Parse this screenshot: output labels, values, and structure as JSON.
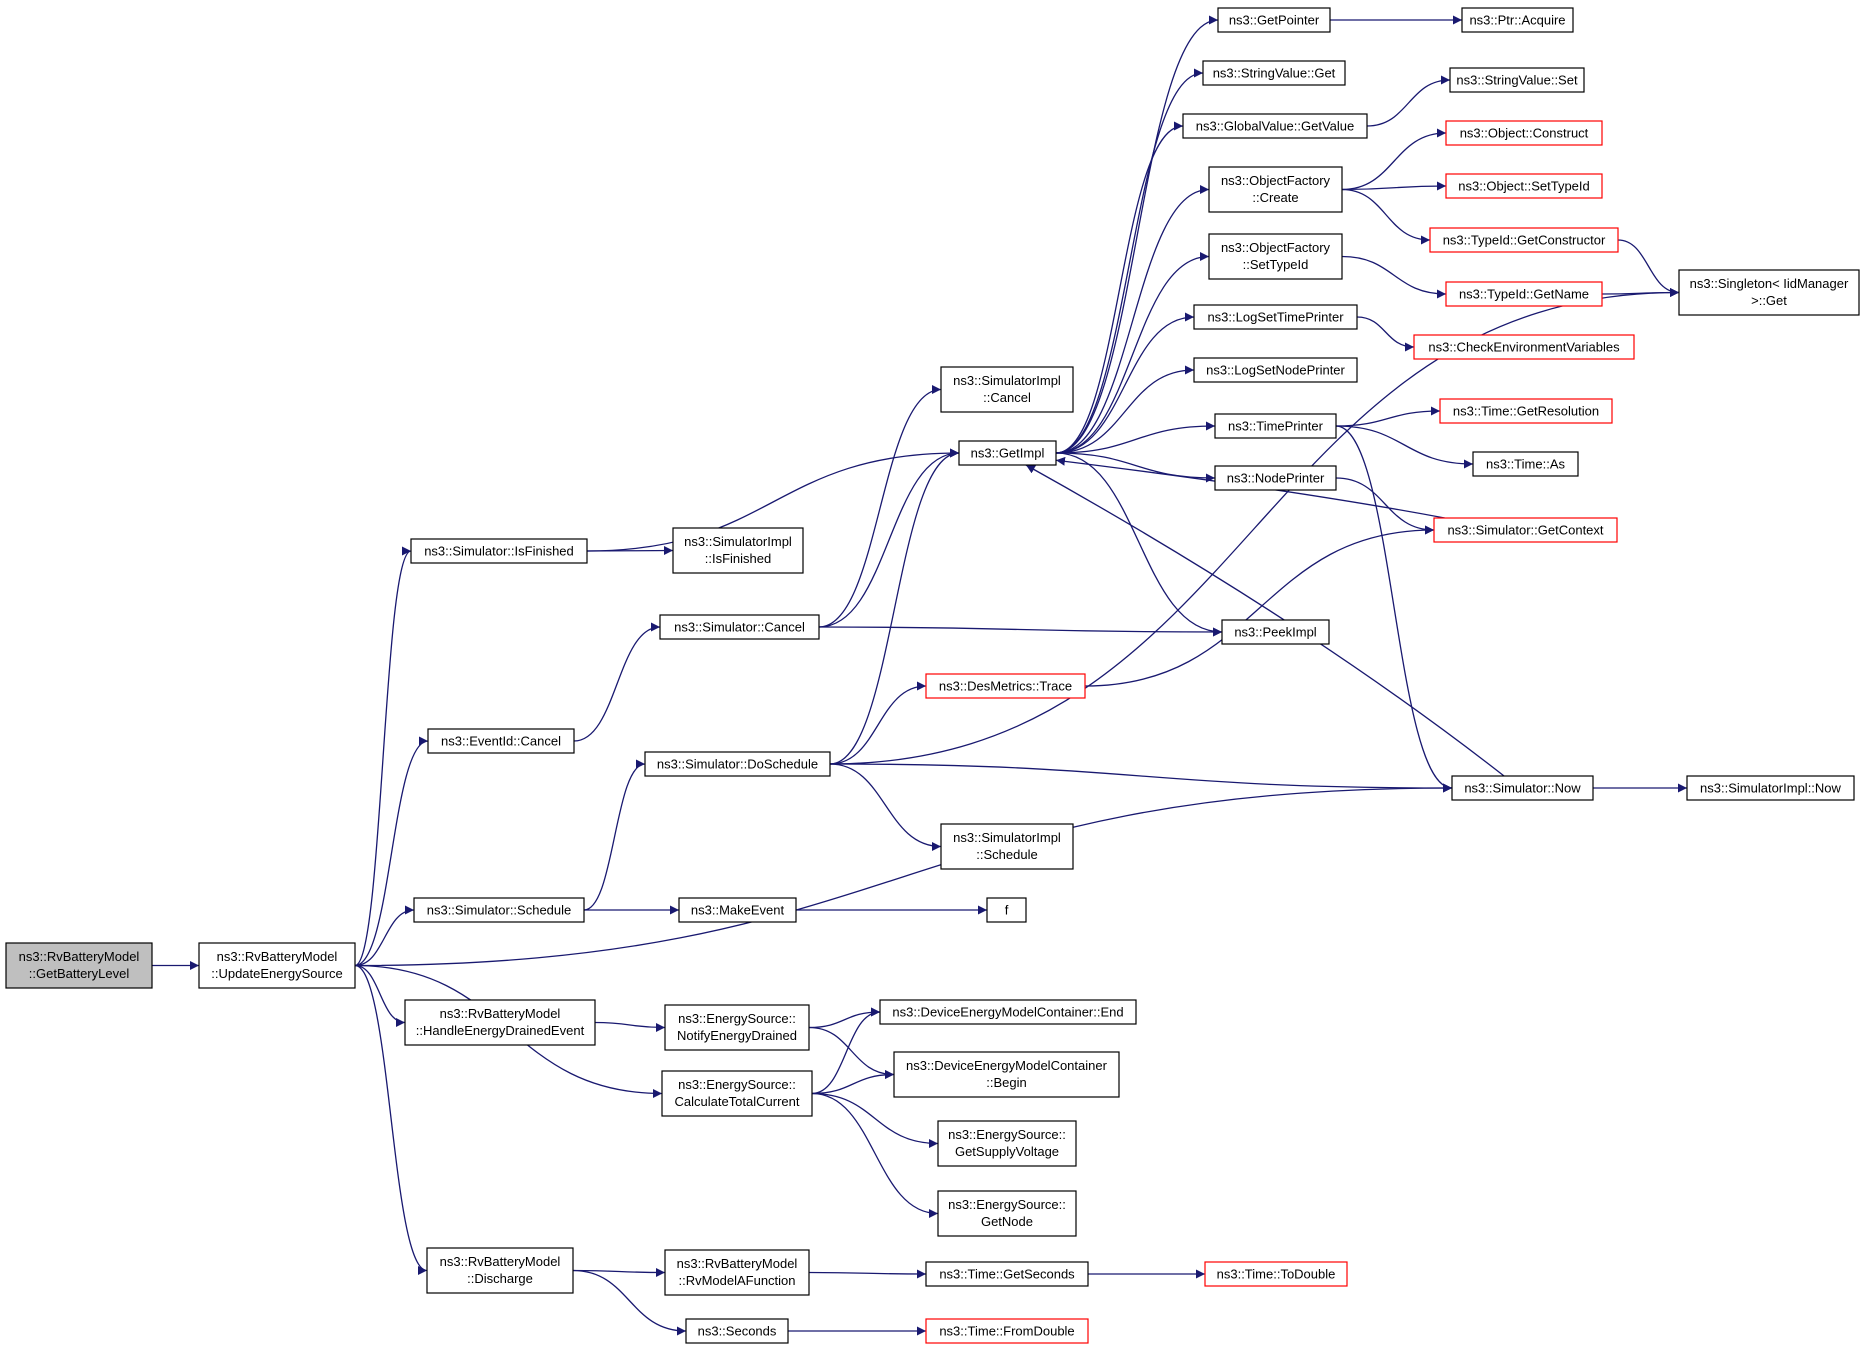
{
  "colors": {
    "edge": "#191970",
    "box_border": "#000000",
    "box_border_incomplete": "#ff0000",
    "root_fill": "#bfbfbf",
    "node_fill": "#ffffff"
  },
  "nodes": [
    {
      "id": "root",
      "lines": [
        "ns3::RvBatteryModel",
        "::GetBatteryLevel"
      ],
      "kind": "root"
    },
    {
      "id": "update",
      "lines": [
        "ns3::RvBatteryModel",
        "::UpdateEnergySource"
      ],
      "kind": "normal"
    },
    {
      "id": "isfinished",
      "lines": [
        "ns3::Simulator::IsFinished"
      ],
      "kind": "normal"
    },
    {
      "id": "eventcancel",
      "lines": [
        "ns3::EventId::Cancel"
      ],
      "kind": "normal"
    },
    {
      "id": "schedule",
      "lines": [
        "ns3::Simulator::Schedule"
      ],
      "kind": "normal"
    },
    {
      "id": "handledrained",
      "lines": [
        "ns3::RvBatteryModel",
        "::HandleEnergyDrainedEvent"
      ],
      "kind": "normal"
    },
    {
      "id": "discharge",
      "lines": [
        "ns3::RvBatteryModel",
        "::Discharge"
      ],
      "kind": "normal"
    },
    {
      "id": "impl_isfinished",
      "lines": [
        "ns3::SimulatorImpl",
        "::IsFinished"
      ],
      "kind": "normal"
    },
    {
      "id": "simcancel",
      "lines": [
        "ns3::Simulator::Cancel"
      ],
      "kind": "normal"
    },
    {
      "id": "doschedule",
      "lines": [
        "ns3::Simulator::DoSchedule"
      ],
      "kind": "normal"
    },
    {
      "id": "makeevent",
      "lines": [
        "ns3::MakeEvent"
      ],
      "kind": "normal"
    },
    {
      "id": "notifydrained",
      "lines": [
        "ns3::EnergySource::",
        "NotifyEnergyDrained"
      ],
      "kind": "normal"
    },
    {
      "id": "calctotal",
      "lines": [
        "ns3::EnergySource::",
        "CalculateTotalCurrent"
      ],
      "kind": "normal"
    },
    {
      "id": "rvmodela",
      "lines": [
        "ns3::RvBatteryModel",
        "::RvModelAFunction"
      ],
      "kind": "normal"
    },
    {
      "id": "seconds",
      "lines": [
        "ns3::Seconds"
      ],
      "kind": "normal"
    },
    {
      "id": "impl_cancel",
      "lines": [
        "ns3::SimulatorImpl",
        "::Cancel"
      ],
      "kind": "normal"
    },
    {
      "id": "getimpl",
      "lines": [
        "ns3::GetImpl"
      ],
      "kind": "normal"
    },
    {
      "id": "desmetrics",
      "lines": [
        "ns3::DesMetrics::Trace"
      ],
      "kind": "incomplete"
    },
    {
      "id": "impl_schedule",
      "lines": [
        "ns3::SimulatorImpl",
        "::Schedule"
      ],
      "kind": "normal"
    },
    {
      "id": "f",
      "lines": [
        "f"
      ],
      "kind": "normal"
    },
    {
      "id": "demc_end",
      "lines": [
        "ns3::DeviceEnergyModelContainer::End"
      ],
      "kind": "normal"
    },
    {
      "id": "demc_begin",
      "lines": [
        "ns3::DeviceEnergyModelContainer",
        "::Begin"
      ],
      "kind": "normal"
    },
    {
      "id": "supplyvoltage",
      "lines": [
        "ns3::EnergySource::",
        "GetSupplyVoltage"
      ],
      "kind": "normal"
    },
    {
      "id": "getnode",
      "lines": [
        "ns3::EnergySource::",
        "GetNode"
      ],
      "kind": "normal"
    },
    {
      "id": "getseconds",
      "lines": [
        "ns3::Time::GetSeconds"
      ],
      "kind": "normal"
    },
    {
      "id": "fromdouble",
      "lines": [
        "ns3::Time::FromDouble"
      ],
      "kind": "incomplete"
    },
    {
      "id": "todouble",
      "lines": [
        "ns3::Time::ToDouble"
      ],
      "kind": "incomplete"
    },
    {
      "id": "getpointer",
      "lines": [
        "ns3::GetPointer"
      ],
      "kind": "normal"
    },
    {
      "id": "stringget",
      "lines": [
        "ns3::StringValue::Get"
      ],
      "kind": "normal"
    },
    {
      "id": "globalgetvalue",
      "lines": [
        "ns3::GlobalValue::GetValue"
      ],
      "kind": "normal"
    },
    {
      "id": "ofcreate",
      "lines": [
        "ns3::ObjectFactory",
        "::Create"
      ],
      "kind": "normal"
    },
    {
      "id": "ofsettypeid",
      "lines": [
        "ns3::ObjectFactory",
        "::SetTypeId"
      ],
      "kind": "normal"
    },
    {
      "id": "logsettime",
      "lines": [
        "ns3::LogSetTimePrinter"
      ],
      "kind": "normal"
    },
    {
      "id": "logsetnode",
      "lines": [
        "ns3::LogSetNodePrinter"
      ],
      "kind": "normal"
    },
    {
      "id": "timeprinter",
      "lines": [
        "ns3::TimePrinter"
      ],
      "kind": "normal"
    },
    {
      "id": "nodeprinter",
      "lines": [
        "ns3::NodePrinter"
      ],
      "kind": "normal"
    },
    {
      "id": "peekimpl",
      "lines": [
        "ns3::PeekImpl"
      ],
      "kind": "normal"
    },
    {
      "id": "simnow",
      "lines": [
        "ns3::Simulator::Now"
      ],
      "kind": "normal"
    },
    {
      "id": "ptracquire",
      "lines": [
        "ns3::Ptr::Acquire"
      ],
      "kind": "normal"
    },
    {
      "id": "stringset",
      "lines": [
        "ns3::StringValue::Set"
      ],
      "kind": "normal"
    },
    {
      "id": "objconstruct",
      "lines": [
        "ns3::Object::Construct"
      ],
      "kind": "incomplete"
    },
    {
      "id": "objsettypeid",
      "lines": [
        "ns3::Object::SetTypeId"
      ],
      "kind": "incomplete"
    },
    {
      "id": "typeidgetctor",
      "lines": [
        "ns3::TypeId::GetConstructor"
      ],
      "kind": "incomplete"
    },
    {
      "id": "typeidgetname",
      "lines": [
        "ns3::TypeId::GetName"
      ],
      "kind": "incomplete"
    },
    {
      "id": "checkenv",
      "lines": [
        "ns3::CheckEnvironmentVariables"
      ],
      "kind": "incomplete"
    },
    {
      "id": "timegetres",
      "lines": [
        "ns3::Time::GetResolution"
      ],
      "kind": "incomplete"
    },
    {
      "id": "timeas",
      "lines": [
        "ns3::Time::As"
      ],
      "kind": "normal"
    },
    {
      "id": "simgetcontext",
      "lines": [
        "ns3::Simulator::GetContext"
      ],
      "kind": "incomplete"
    },
    {
      "id": "singleton",
      "lines": [
        "ns3::Singleton< IidManager",
        ">::Get"
      ],
      "kind": "normal"
    },
    {
      "id": "impl_now",
      "lines": [
        "ns3::SimulatorImpl::Now"
      ],
      "kind": "normal"
    }
  ],
  "edges": [
    [
      "root",
      "update"
    ],
    [
      "update",
      "isfinished"
    ],
    [
      "update",
      "eventcancel"
    ],
    [
      "update",
      "schedule"
    ],
    [
      "update",
      "handledrained"
    ],
    [
      "update",
      "calctotal"
    ],
    [
      "update",
      "discharge"
    ],
    [
      "update",
      "simnow"
    ],
    [
      "isfinished",
      "getimpl"
    ],
    [
      "isfinished",
      "impl_isfinished"
    ],
    [
      "eventcancel",
      "simcancel"
    ],
    [
      "simcancel",
      "getimpl"
    ],
    [
      "simcancel",
      "impl_cancel"
    ],
    [
      "simcancel",
      "peekimpl"
    ],
    [
      "schedule",
      "doschedule"
    ],
    [
      "schedule",
      "makeevent"
    ],
    [
      "makeevent",
      "f"
    ],
    [
      "doschedule",
      "getimpl"
    ],
    [
      "doschedule",
      "desmetrics"
    ],
    [
      "doschedule",
      "impl_schedule"
    ],
    [
      "doschedule",
      "simnow"
    ],
    [
      "doschedule",
      "singleton"
    ],
    [
      "desmetrics",
      "simgetcontext"
    ],
    [
      "handledrained",
      "notifydrained"
    ],
    [
      "notifydrained",
      "demc_end"
    ],
    [
      "notifydrained",
      "demc_begin"
    ],
    [
      "calctotal",
      "demc_end"
    ],
    [
      "calctotal",
      "demc_begin"
    ],
    [
      "calctotal",
      "supplyvoltage"
    ],
    [
      "calctotal",
      "getnode"
    ],
    [
      "discharge",
      "rvmodela"
    ],
    [
      "discharge",
      "seconds"
    ],
    [
      "rvmodela",
      "getseconds"
    ],
    [
      "getseconds",
      "todouble"
    ],
    [
      "seconds",
      "fromdouble"
    ],
    [
      "getimpl",
      "getpointer"
    ],
    [
      "getimpl",
      "stringget"
    ],
    [
      "getimpl",
      "globalgetvalue"
    ],
    [
      "getimpl",
      "ofcreate"
    ],
    [
      "getimpl",
      "ofsettypeid"
    ],
    [
      "getimpl",
      "logsettime"
    ],
    [
      "getimpl",
      "logsetnode"
    ],
    [
      "getimpl",
      "timeprinter"
    ],
    [
      "getimpl",
      "nodeprinter"
    ],
    [
      "getimpl",
      "peekimpl"
    ],
    [
      "getpointer",
      "ptracquire"
    ],
    [
      "globalgetvalue",
      "stringset"
    ],
    [
      "ofcreate",
      "objconstruct"
    ],
    [
      "ofcreate",
      "objsettypeid"
    ],
    [
      "ofcreate",
      "typeidgetctor"
    ],
    [
      "ofsettypeid",
      "typeidgetname"
    ],
    [
      "typeidgetctor",
      "singleton"
    ],
    [
      "typeidgetname",
      "singleton"
    ],
    [
      "logsettime",
      "checkenv"
    ],
    [
      "timeprinter",
      "timegetres"
    ],
    [
      "timeprinter",
      "timeas"
    ],
    [
      "timeprinter",
      "simnow"
    ],
    [
      "nodeprinter",
      "simgetcontext"
    ],
    [
      "simgetcontext",
      "getimpl"
    ],
    [
      "simnow",
      "getimpl"
    ],
    [
      "simnow",
      "impl_now"
    ]
  ]
}
